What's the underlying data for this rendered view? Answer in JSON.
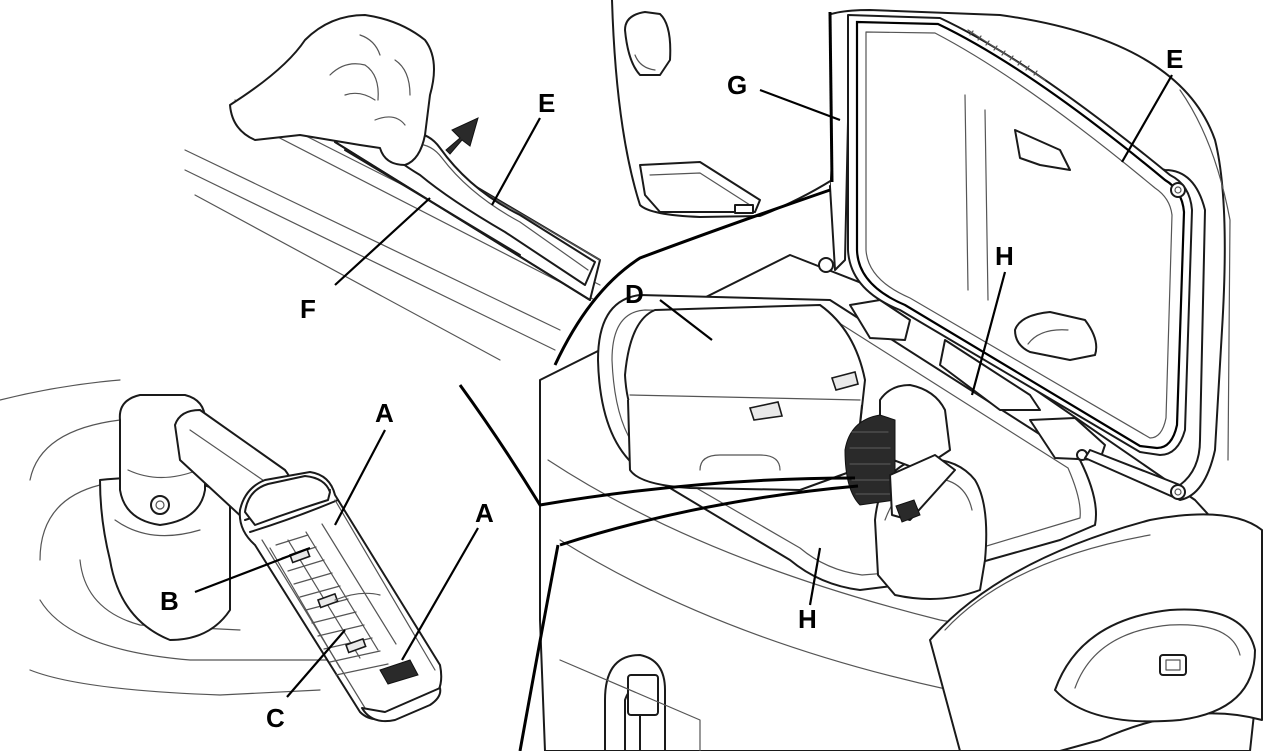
{
  "labels": {
    "a_top": "A",
    "a_mid": "A",
    "b": "B",
    "c": "C",
    "d": "D",
    "e_left": "E",
    "e_right": "E",
    "f": "F",
    "g": "G",
    "h_right": "H",
    "h_bottom": "H"
  },
  "icons": {
    "arrow": "up-right-arrow-icon",
    "hand": "hand-icon"
  }
}
